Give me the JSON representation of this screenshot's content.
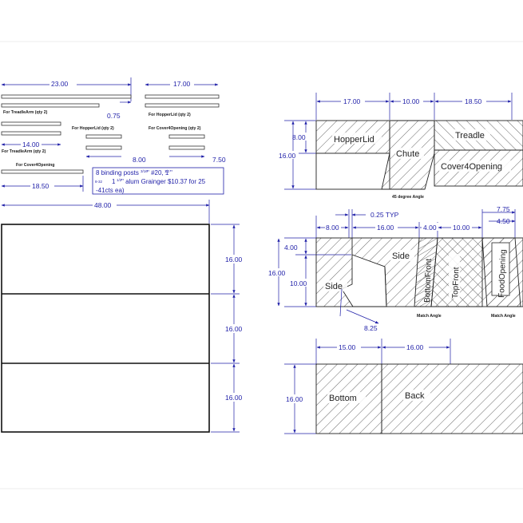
{
  "colors": {
    "dimension": "#1f1fa8",
    "outline": "#222222",
    "hatch": "#444444",
    "background": "#ffffff"
  },
  "strips": {
    "dims": {
      "top_left": "23.00",
      "top_right": "17.00",
      "offset": "0.75",
      "mid": "14.00",
      "mid2": "8.00",
      "mid3": "7.50",
      "bottom": "18.50"
    },
    "labels": {
      "treadle_arm_1": "For TreadleArm (qty 2)",
      "hopper_lid_1": "For HopperLid (qty 2)",
      "hopper_lid_2": "For HopperLid (qty 2)",
      "cover_opening_1": "For Cover4Opening (qty 2)",
      "treadle_arm_2": "For TreadleArm (qty 2)",
      "cover_opening_2": "For Cover4Opening"
    },
    "note": {
      "line1": "8 binding posts",
      "line1_frac": "3/16",
      "line1_rest": "\" #20, 1",
      "line1_frac2": "1/2",
      "line1_end": "\"",
      "line2_frac": "8-32",
      "line2_rest": "1",
      "line2_frac2": "1/2",
      "line2_end": "\" alum Grainger $10.37 for 25",
      "line3": "-41cts ea)"
    }
  },
  "board": {
    "width": "48.00",
    "sections": [
      "16.00",
      "16.00",
      "16.00"
    ]
  },
  "layout_top": {
    "dims": {
      "d1": "17.00",
      "d2": "10.00",
      "d3": "18.50",
      "h1": "8.00",
      "h2": "16.00"
    },
    "labels": {
      "hopper_lid": "HopperLid",
      "chute": "Chute",
      "treadle": "Treadle",
      "cover": "Cover4Opening",
      "angle": "45 degree Angle"
    }
  },
  "layout_mid": {
    "dims": {
      "d1": "8.00",
      "typ": "0.25 TYP",
      "d2": "16.00",
      "d3": "4.00",
      "d4": "10.00",
      "d5": "7.75",
      "d6": "4.50",
      "h1": "4.00",
      "h2": "16.00",
      "h3": "10.00",
      "angle_dim": "8.25"
    },
    "labels": {
      "side_left": "Side",
      "side_right": "Side",
      "bottom_front": "BottomFront",
      "top_front": "TopFront",
      "food_opening": "FoodOpening",
      "match_angle_1": "Match Angle",
      "match_angle_2": "Match Angle"
    }
  },
  "layout_bottom": {
    "dims": {
      "d1": "15.00",
      "d2": "16.00",
      "h1": "16.00"
    },
    "labels": {
      "bottom": "Bottom",
      "back": "Back"
    }
  }
}
